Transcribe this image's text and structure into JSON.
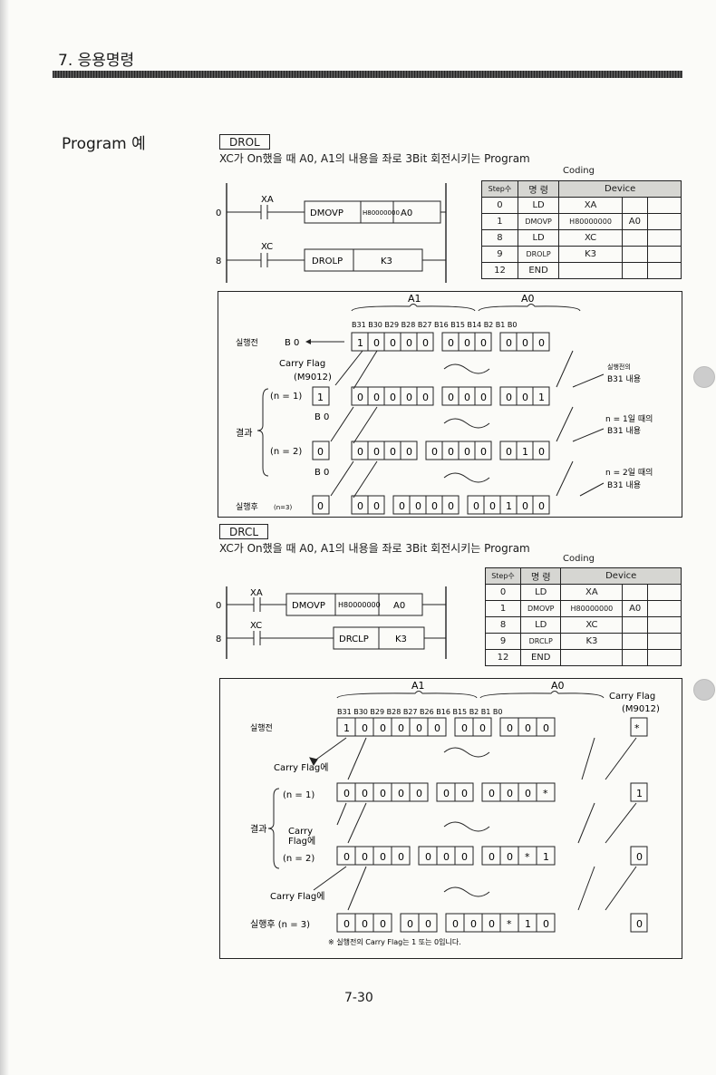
{
  "header": {
    "title": "7. 응용명령"
  },
  "sidebar_label": "Program 예",
  "drol": {
    "tag": "DROL",
    "description": "XC가 On했을 때 A0, A1의 내용을 좌로 3Bit 회전시키는 Program",
    "coding_label": "Coding",
    "ladder": {
      "rung1_step": "0",
      "rung1_contact": "XA",
      "rung1_cmd": "DMOVP",
      "rung1_arg1": "H80000000",
      "rung1_arg2": "A0",
      "rung2_step": "8",
      "rung2_contact": "XC",
      "rung2_cmd": "DROLP",
      "rung2_arg": "K3"
    },
    "table": {
      "headers": [
        "Step수",
        "명 령",
        "Device"
      ],
      "rows": [
        [
          "0",
          "LD",
          "XA",
          ""
        ],
        [
          "1",
          "DMOVP",
          "H80000000",
          "A0"
        ],
        [
          "8",
          "LD",
          "XC",
          ""
        ],
        [
          "9",
          "DROLP",
          "K3",
          ""
        ],
        [
          "12",
          "END",
          "",
          ""
        ]
      ]
    },
    "diagram": {
      "label_a1": "A1",
      "label_a0": "A0",
      "bit_labels": "B31 B30 B29 B28 B27      B16 B15 B14        B2  B1  B0",
      "before": "실행전",
      "b0_label": "B 0",
      "carry_flag": "Carry  Flag",
      "m9012": "(M9012)",
      "note_before": "실행전의",
      "note_b31": "B31 내용",
      "n1": "(n = 1)",
      "n2": "(n = 2)",
      "result": "결과",
      "note_n1a": "n = 1일  때의",
      "note_n1b": "B31 내용",
      "note_n2a": "n = 2일  때의",
      "note_n2b": "B31 내용",
      "after": "실행후",
      "n3": "(n=3)",
      "row_before": [
        "1",
        "0",
        "0",
        "0",
        "0",
        "0",
        "0",
        "0",
        "0",
        "0",
        "0"
      ],
      "carry1": "1",
      "row_n1": [
        "0",
        "0",
        "0",
        "0",
        "0",
        "0",
        "0",
        "0",
        "0",
        "0",
        "1"
      ],
      "carry2": "0",
      "row_n2": [
        "0",
        "0",
        "0",
        "0",
        "0",
        "0",
        "0",
        "0",
        "0",
        "1",
        "0"
      ],
      "carry3": "0",
      "row_after": [
        "0",
        "0",
        "0",
        "0",
        "0",
        "0",
        "0",
        "0",
        "1",
        "0",
        "0"
      ]
    }
  },
  "drcl": {
    "tag": "DRCL",
    "description": "XC가 On했을 때 A0, A1의 내용을 좌로 3Bit 회전시키는 Program",
    "coding_label": "Coding",
    "ladder": {
      "rung1_step": "0",
      "rung1_contact": "XA",
      "rung1_cmd": "DMOVP",
      "rung1_arg1": "H80000000",
      "rung1_arg2": "A0",
      "rung2_step": "8",
      "rung2_contact": "XC",
      "rung2_cmd": "DRCLP",
      "rung2_arg": "K3"
    },
    "table": {
      "headers": [
        "Step수",
        "명 령",
        "Device"
      ],
      "rows": [
        [
          "0",
          "LD",
          "XA",
          ""
        ],
        [
          "1",
          "DMOVP",
          "H80000000",
          "A0"
        ],
        [
          "8",
          "LD",
          "XC",
          ""
        ],
        [
          "9",
          "DRCLP",
          "K3",
          ""
        ],
        [
          "12",
          "END",
          "",
          ""
        ]
      ]
    },
    "diagram": {
      "label_a1": "A1",
      "label_a0": "A0",
      "carry_flag": "Carry  Flag",
      "m9012": "(M9012)",
      "bit_labels": "B31  B30  B29  B28  B27  B26       B16  B15       B2   B1   B0",
      "before": "실행전",
      "carry_to": "Carry  Flag에",
      "n1": "(n = 1)",
      "n2": "(n = 2)",
      "result": "결과",
      "carry_to_2": "Carry",
      "carry_to_3": "Flag에",
      "after": "실행후  (n = 3)",
      "row_before": [
        "1",
        "0",
        "0",
        "0",
        "0",
        "0",
        "0",
        "0",
        "0",
        "0",
        "0"
      ],
      "carry_before": "*",
      "row_n1": [
        "0",
        "0",
        "0",
        "0",
        "0",
        "0",
        "0",
        "0",
        "0",
        "0",
        "*"
      ],
      "carry_n1": "1",
      "row_n2": [
        "0",
        "0",
        "0",
        "0",
        "0",
        "0",
        "0",
        "0",
        "0",
        "*",
        "1"
      ],
      "carry_n2": "0",
      "row_after": [
        "0",
        "0",
        "0",
        "0",
        "0",
        "0",
        "0",
        "0",
        "*",
        "1",
        "0"
      ],
      "carry_after": "0",
      "footnote": "※ 실행전의  Carry Flag는 1 또는 0입니다."
    }
  },
  "footer": {
    "page_number": "7-30"
  }
}
